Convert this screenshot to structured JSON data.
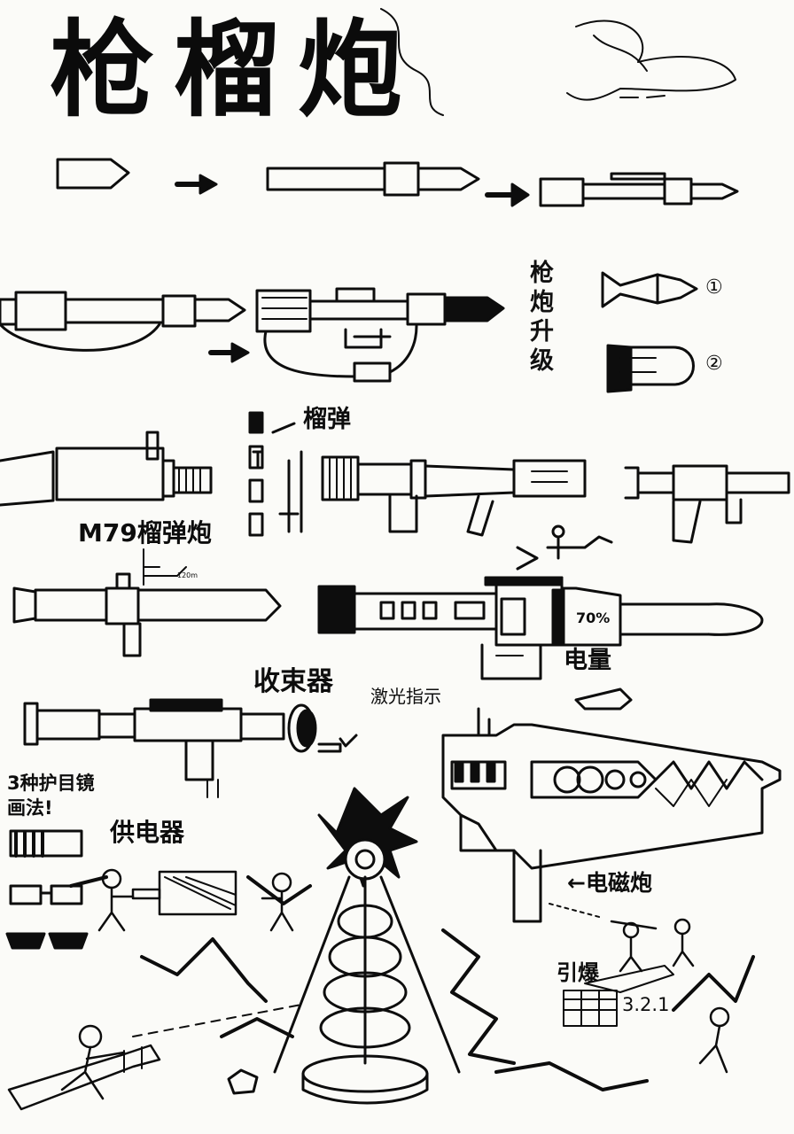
{
  "title": "枪榴炮",
  "labels": {
    "upgrade": "枪炮升级",
    "grenade": "榴弹",
    "m79": "M79榴弹炮",
    "beam": "收束器",
    "laser": "激光指示",
    "battery": "电量",
    "battery_pct": "70%",
    "goggles": "3种护目镜画法!",
    "power": "供电器",
    "railgun": "←电磁炮",
    "detonate": "引爆",
    "countdown": "3.2.1",
    "scale": "120m",
    "num1": "①",
    "num2": "②"
  },
  "colors": {
    "ink": "#0d0d0d",
    "paper": "#fbfbf8"
  }
}
